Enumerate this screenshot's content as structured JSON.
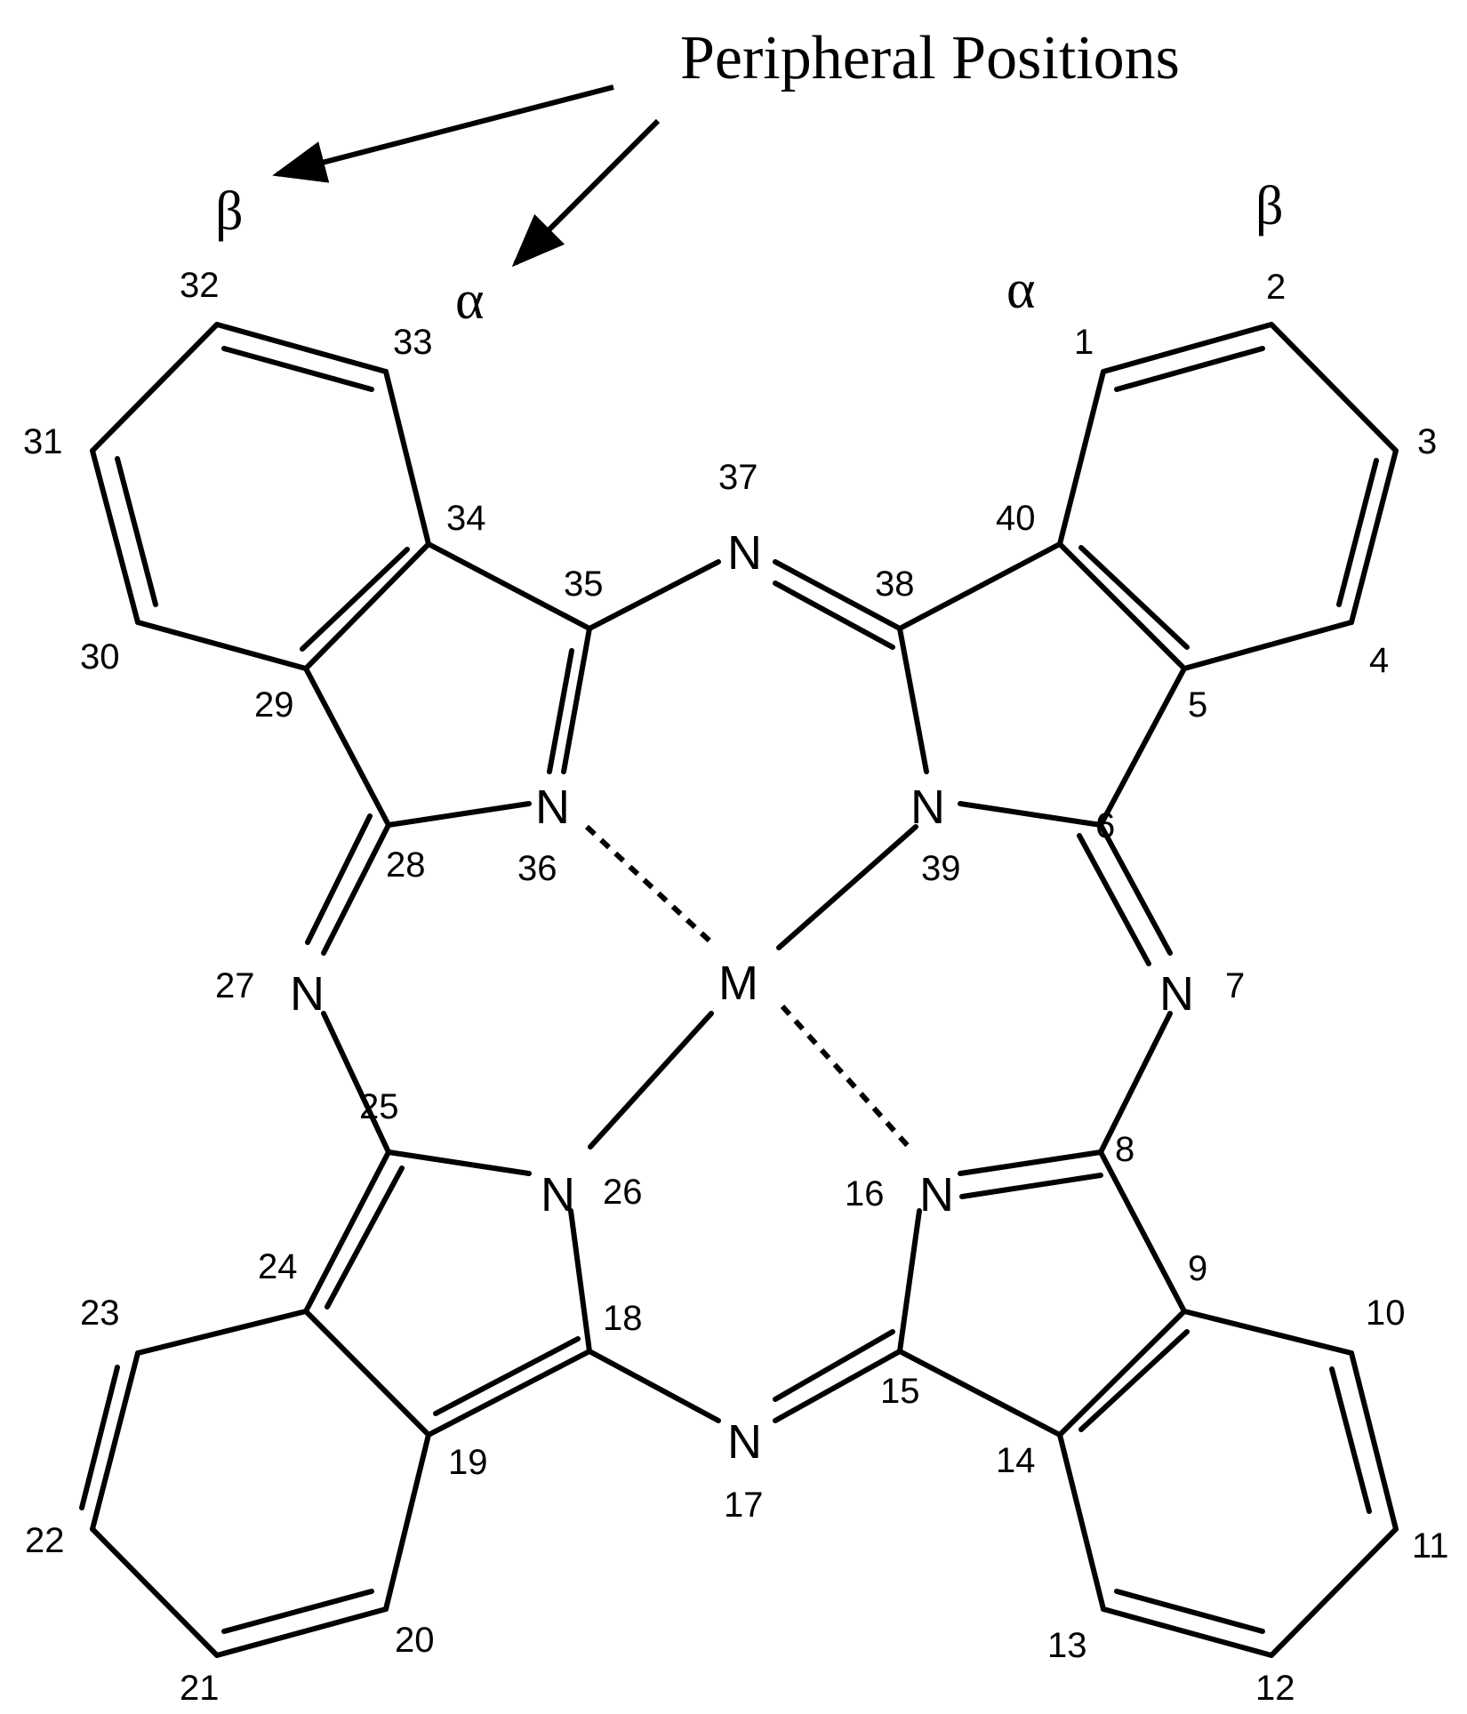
{
  "title": "Peripheral Positions",
  "greek": {
    "alpha": "α",
    "beta": "β"
  },
  "atoms": {
    "N": "N",
    "M": "M"
  },
  "numbers": [
    "1",
    "2",
    "3",
    "4",
    "5",
    "6",
    "7",
    "8",
    "9",
    "10",
    "11",
    "12",
    "13",
    "14",
    "15",
    "16",
    "17",
    "18",
    "19",
    "20",
    "21",
    "22",
    "23",
    "24",
    "25",
    "26",
    "27",
    "28",
    "29",
    "30",
    "31",
    "32",
    "33",
    "34",
    "35",
    "36",
    "37",
    "38",
    "39",
    "40"
  ]
}
